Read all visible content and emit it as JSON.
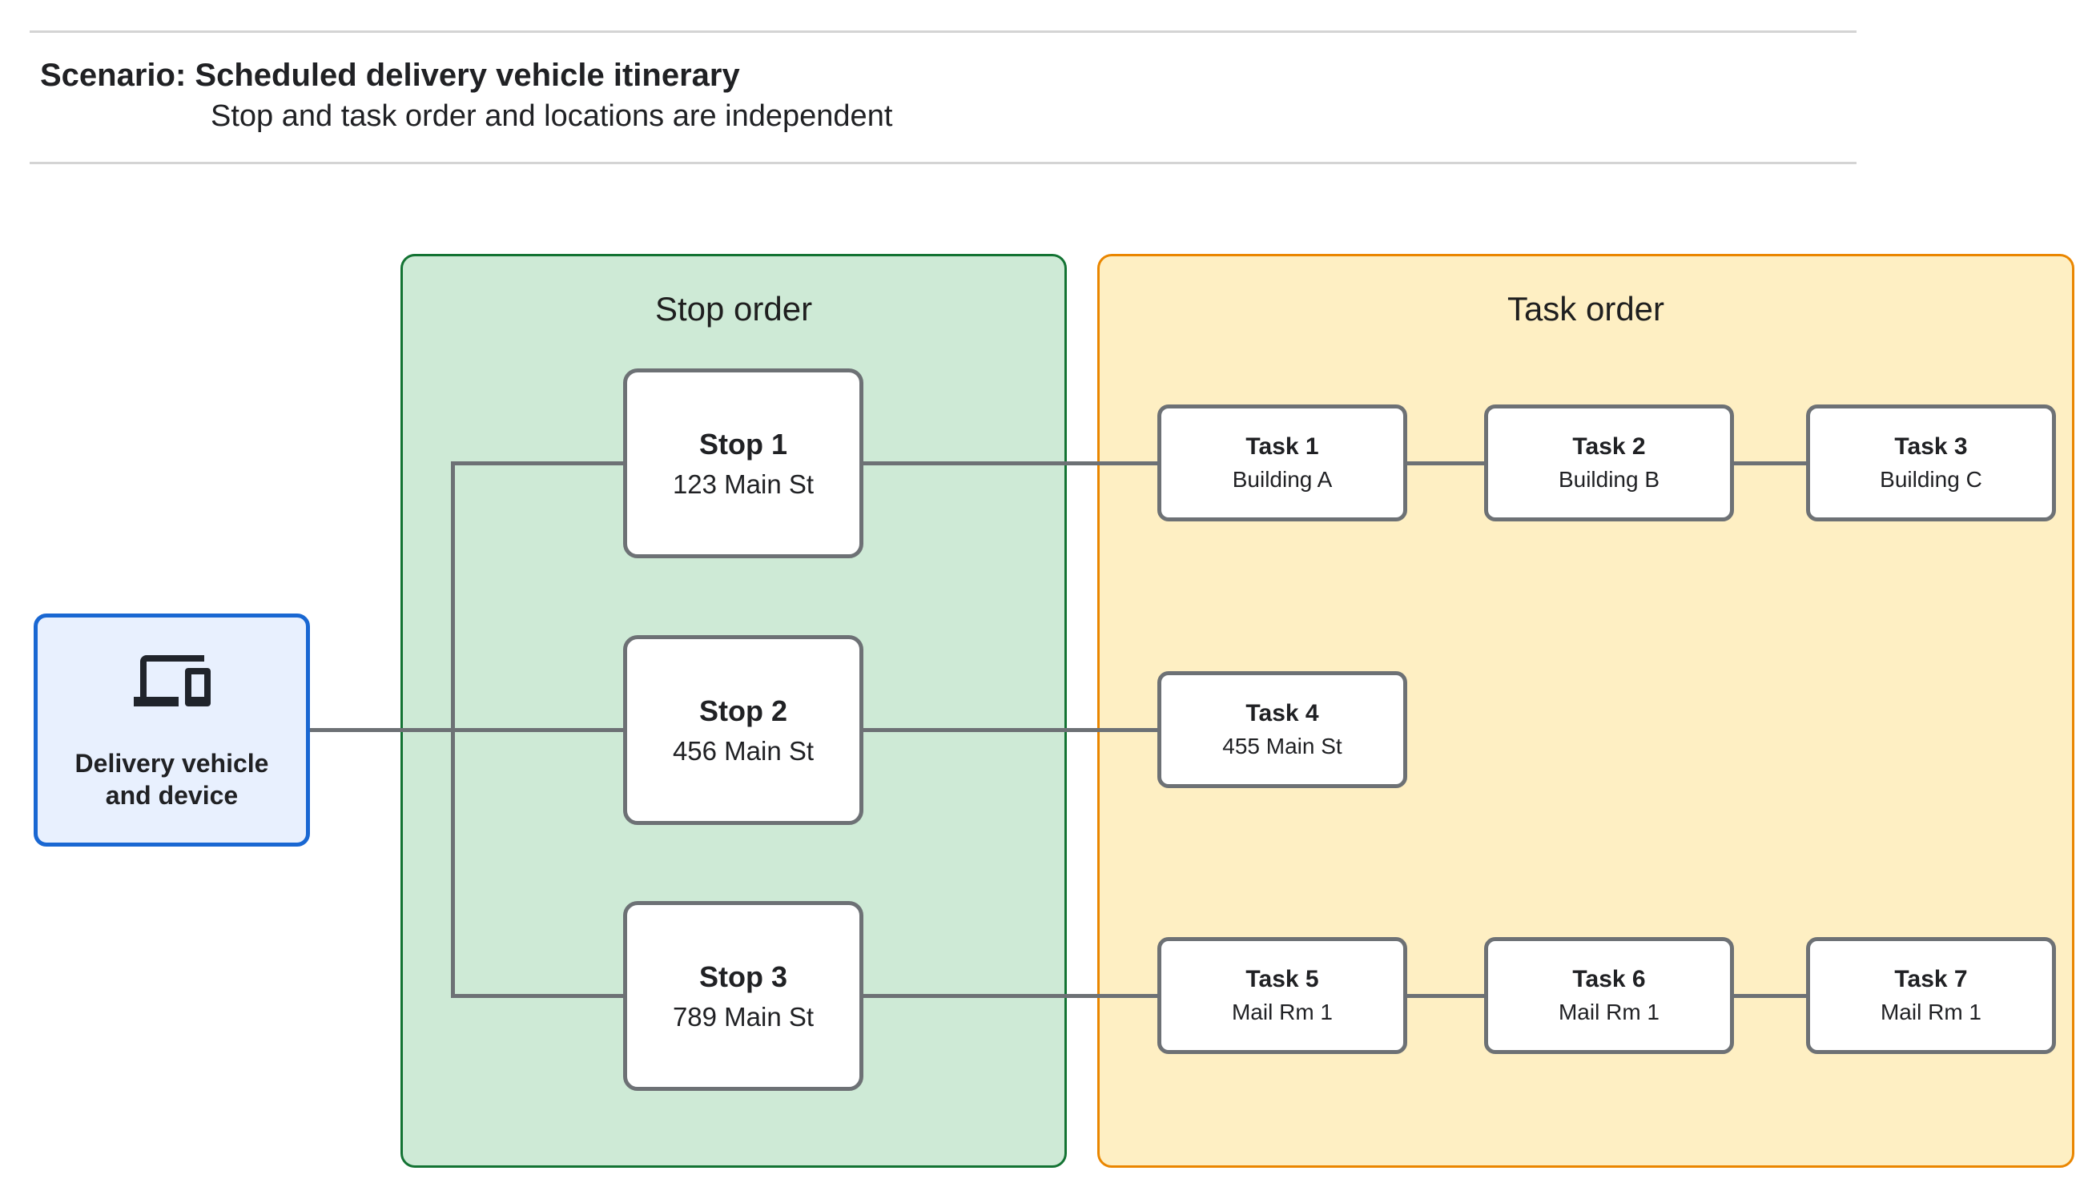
{
  "header": {
    "title": "Scenario: Scheduled delivery vehicle itinerary",
    "subtitle": "Stop and task order and locations are independent"
  },
  "vehicle": {
    "icon": "devices-icon",
    "label_lines": [
      "Delivery vehicle",
      "and device"
    ]
  },
  "stop_panel": {
    "title": "Stop order",
    "stops": [
      {
        "name": "Stop 1",
        "location": "123 Main St"
      },
      {
        "name": "Stop 2",
        "location": "456 Main St"
      },
      {
        "name": "Stop 3",
        "location": "789 Main St"
      }
    ]
  },
  "task_panel": {
    "title": "Task order",
    "tasks": [
      {
        "name": "Task 1",
        "location": "Building A"
      },
      {
        "name": "Task 2",
        "location": "Building B"
      },
      {
        "name": "Task 3",
        "location": "Building C"
      },
      {
        "name": "Task 4",
        "location": "455 Main St"
      },
      {
        "name": "Task 5",
        "location": "Mail Rm 1"
      },
      {
        "name": "Task 6",
        "location": "Mail Rm 1"
      },
      {
        "name": "Task 7",
        "location": "Mail Rm 1"
      }
    ]
  },
  "colors": {
    "green-fill": "#ceead6",
    "green-border": "#137333",
    "yellow-fill": "#feefc3",
    "yellow-border": "#ea8600",
    "blue-fill": "#e8f0fe",
    "blue-border": "#1967d2",
    "line": "#6d7175",
    "text": "#202124",
    "rule": "#d4d4d4"
  }
}
